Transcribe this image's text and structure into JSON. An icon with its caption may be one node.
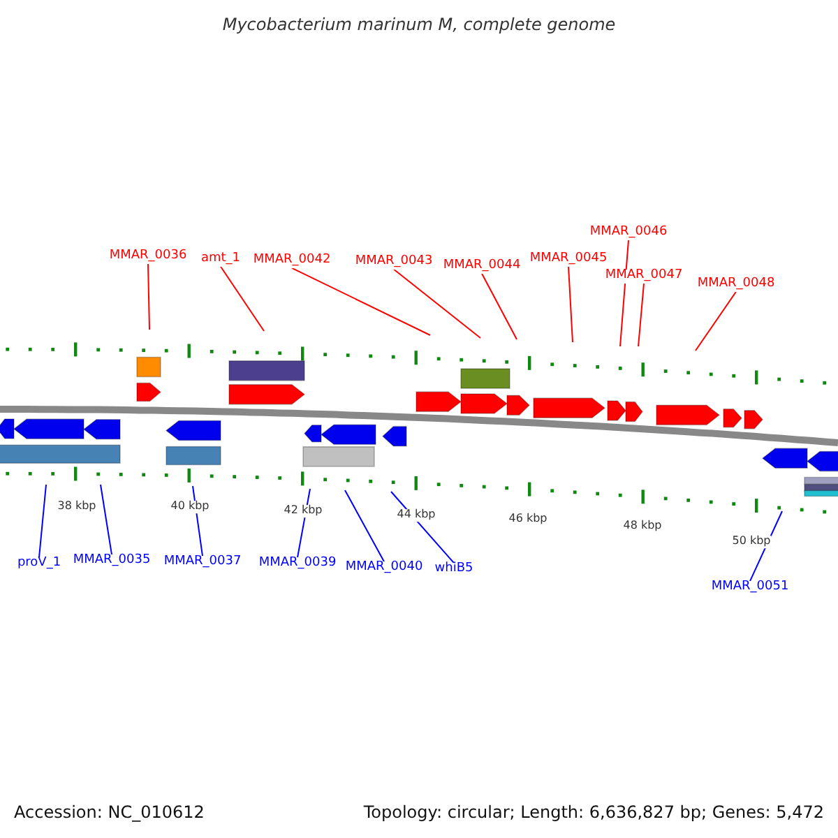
{
  "diagram": {
    "title": "Mycobacterium marinum M, complete genome",
    "nodes": [
      {
        "text": [
          "MMAR_0036"
        ]
      },
      {
        "text": [
          "amt_1"
        ]
      },
      {
        "text": [
          "MMAR_0042"
        ]
      },
      {
        "text": [
          "MMAR_0043"
        ]
      },
      {
        "text": [
          "MMAR_0044"
        ]
      },
      {
        "text": [
          "MMAR_0045"
        ]
      },
      {
        "text": [
          "MMAR_0046"
        ]
      },
      {
        "text": [
          "MMAR_0047"
        ]
      },
      {
        "text": [
          "MMAR_0048"
        ]
      },
      {
        "text": [
          "proV_1"
        ]
      },
      {
        "text": [
          "MMAR_0035"
        ]
      },
      {
        "text": [
          "MMAR_0037"
        ]
      },
      {
        "text": [
          "MMAR_0039"
        ]
      },
      {
        "text": [
          "MMAR_0040"
        ]
      },
      {
        "text": [
          "whiB5"
        ]
      },
      {
        "text": [
          "MMAR_0051"
        ]
      }
    ],
    "edges": [
      {
        "from": 0,
        "to": null,
        "arrow": "none"
      },
      {
        "from": 1,
        "to": null,
        "arrow": "none"
      },
      {
        "from": 2,
        "to": null,
        "arrow": "none"
      },
      {
        "from": 3,
        "to": null,
        "arrow": "none"
      },
      {
        "from": 4,
        "to": null,
        "arrow": "none"
      },
      {
        "from": 5,
        "to": null,
        "arrow": "none"
      },
      {
        "from": 6,
        "to": null,
        "arrow": "none"
      },
      {
        "from": 7,
        "to": null,
        "arrow": "none"
      },
      {
        "from": 8,
        "to": null,
        "arrow": "none"
      },
      {
        "from": 9,
        "to": null,
        "arrow": "none",
        "color": "#0000ff"
      },
      {
        "from": 10,
        "to": null,
        "arrow": "none",
        "color": "#0000ff"
      },
      {
        "from": 11,
        "to": null,
        "arrow": "none",
        "color": "#0000ff"
      },
      {
        "from": 12,
        "to": null,
        "arrow": "none",
        "color": "#0000ff"
      },
      {
        "from": 13,
        "to": null,
        "arrow": "none",
        "color": "#0000ff"
      },
      {
        "from": 14,
        "to": null,
        "arrow": "none",
        "color": "#0000ff"
      },
      {
        "from": 15,
        "to": null,
        "arrow": "none",
        "color": "#0000ff"
      }
    ],
    "labels": [
      "38 kbp",
      "40 kbp",
      "42 kbp",
      "44 kbp",
      "46 kbp",
      "48 kbp",
      "50 kbp",
      "Accession: NC_010612",
      "Topology: circular; Length: 6,636,827 bp; Genes: 5,472"
    ]
  }
}
